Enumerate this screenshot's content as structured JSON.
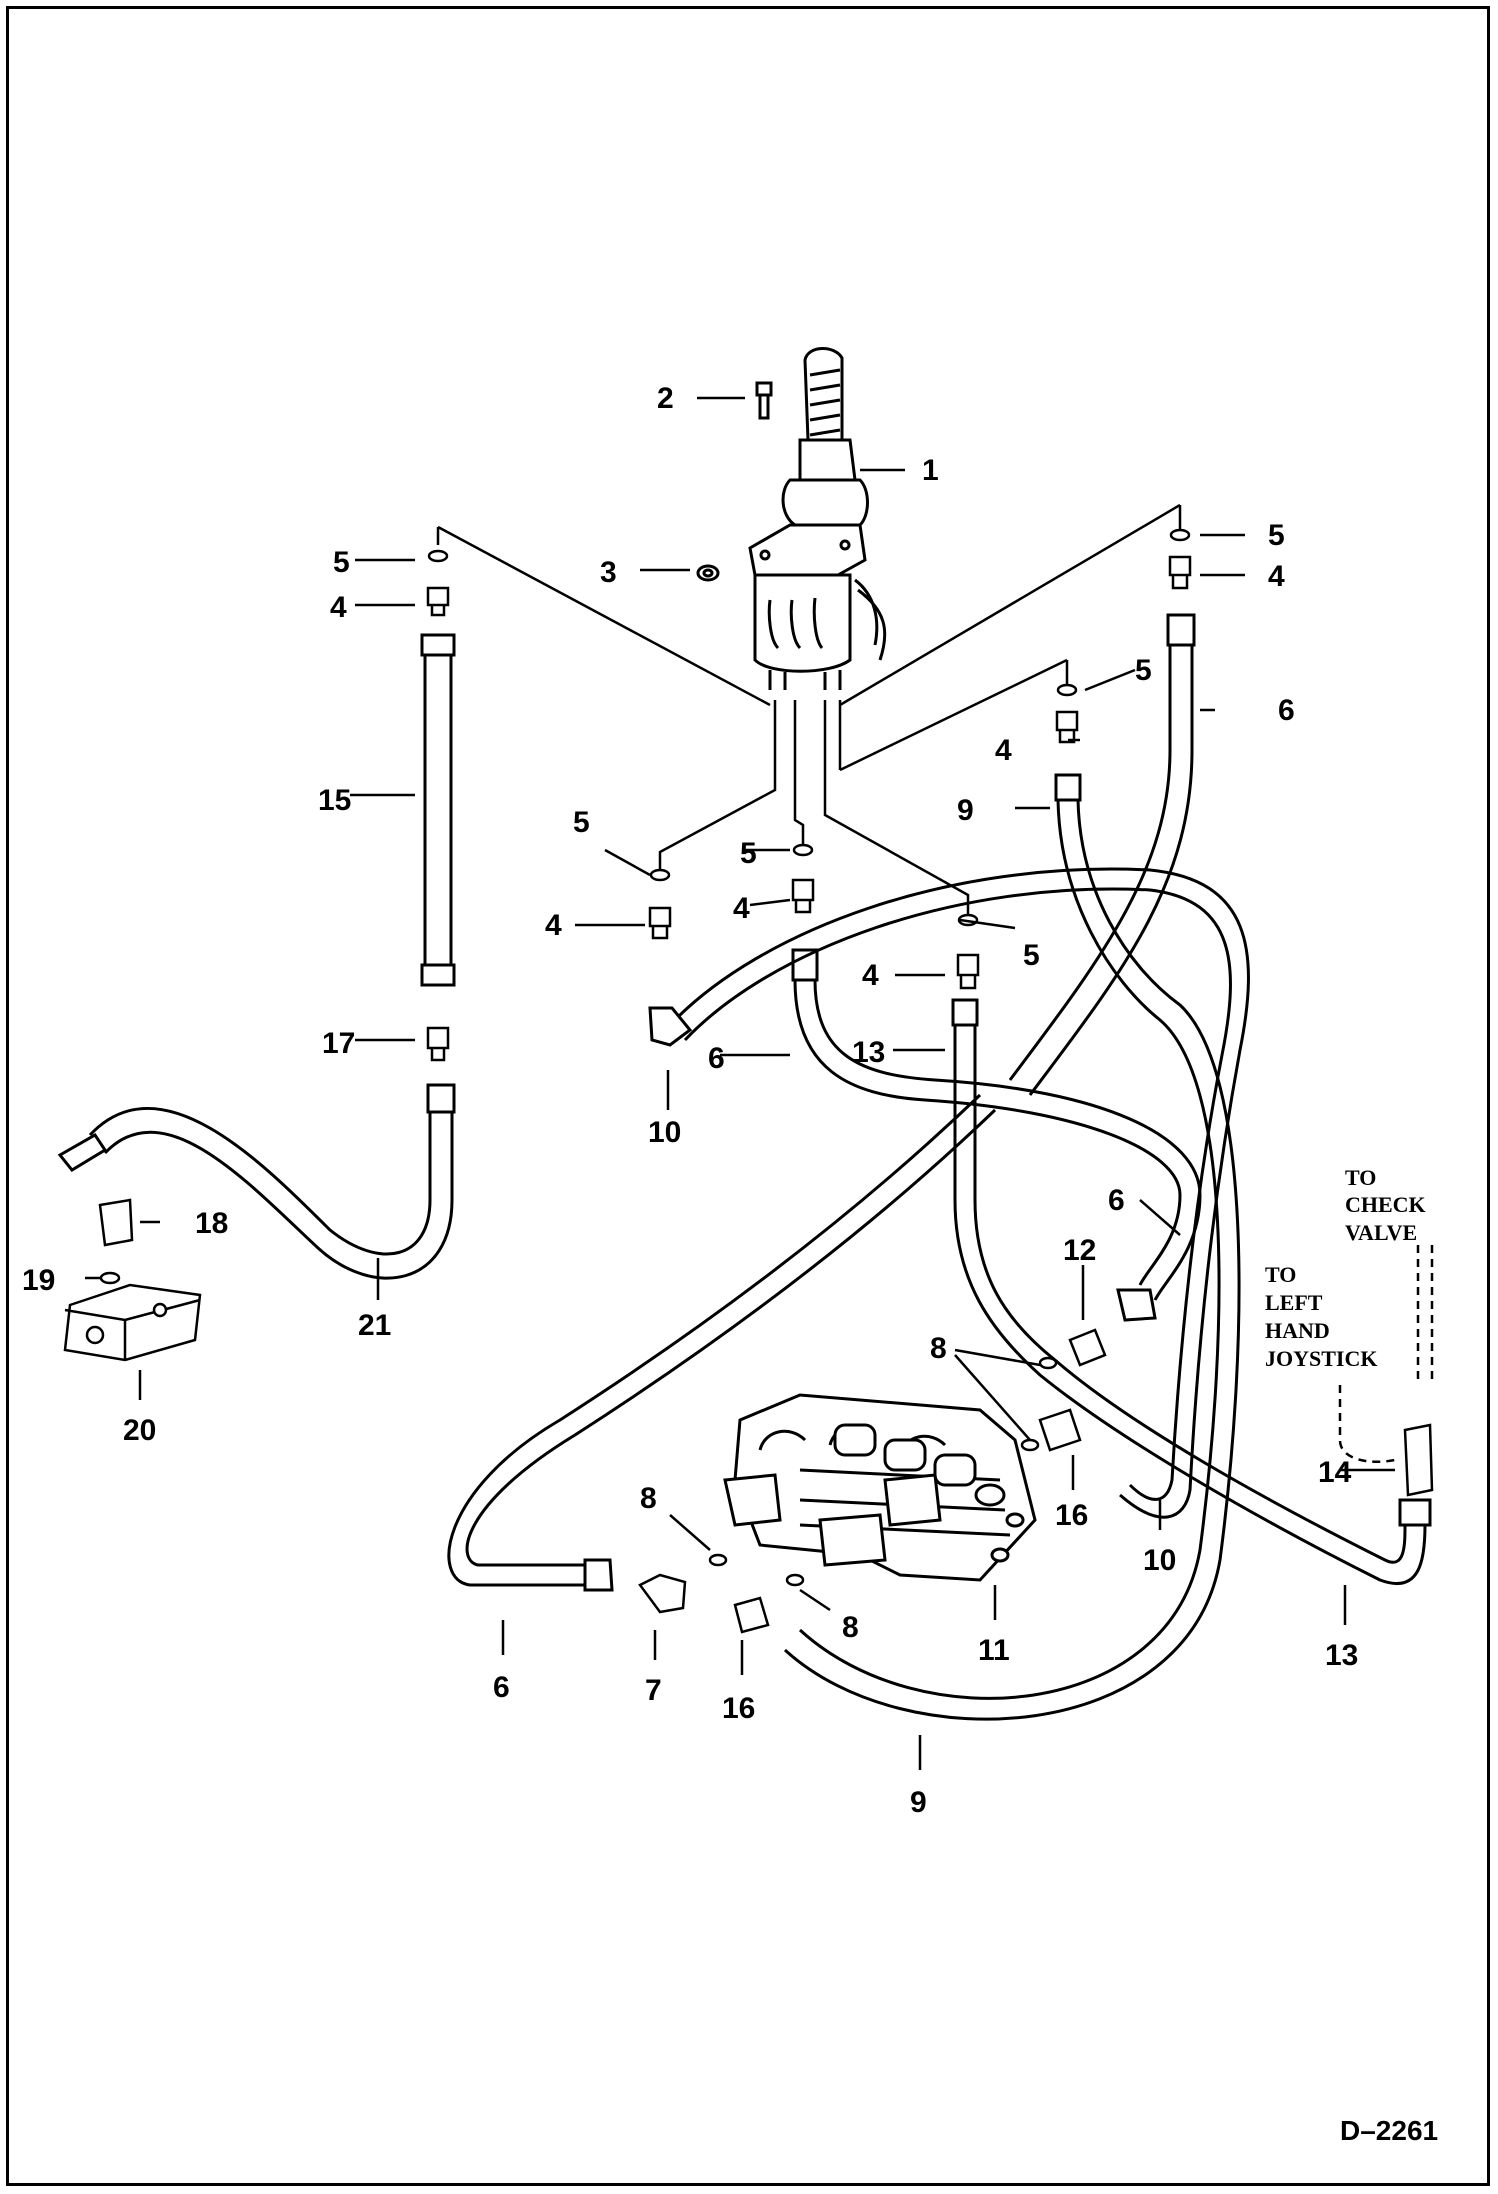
{
  "figure": {
    "reference": "D–2261"
  },
  "callouts": {
    "c1": "1",
    "c2": "2",
    "c3": "3",
    "c4a": "4",
    "c4b": "4",
    "c4c": "4",
    "c4d": "4",
    "c4e": "4",
    "c4f": "4",
    "c5a": "5",
    "c5b": "5",
    "c5c": "5",
    "c5d": "5",
    "c5e": "5",
    "c5f": "5",
    "c6a": "6",
    "c6b": "6",
    "c6c": "6",
    "c6d": "6",
    "c7": "7",
    "c8a": "8",
    "c8b": "8",
    "c8c": "8",
    "c9a": "9",
    "c9b": "9",
    "c10a": "10",
    "c10b": "10",
    "c11": "11",
    "c12": "12",
    "c13a": "13",
    "c13b": "13",
    "c14": "14",
    "c15": "15",
    "c16a": "16",
    "c16b": "16",
    "c17": "17",
    "c18": "18",
    "c19": "19",
    "c20": "20",
    "c21": "21"
  },
  "notes": {
    "check_valve": [
      "TO",
      "CHECK",
      "VALVE"
    ],
    "left_joystick": [
      "TO",
      "LEFT",
      "HAND",
      "JOYSTICK"
    ]
  }
}
